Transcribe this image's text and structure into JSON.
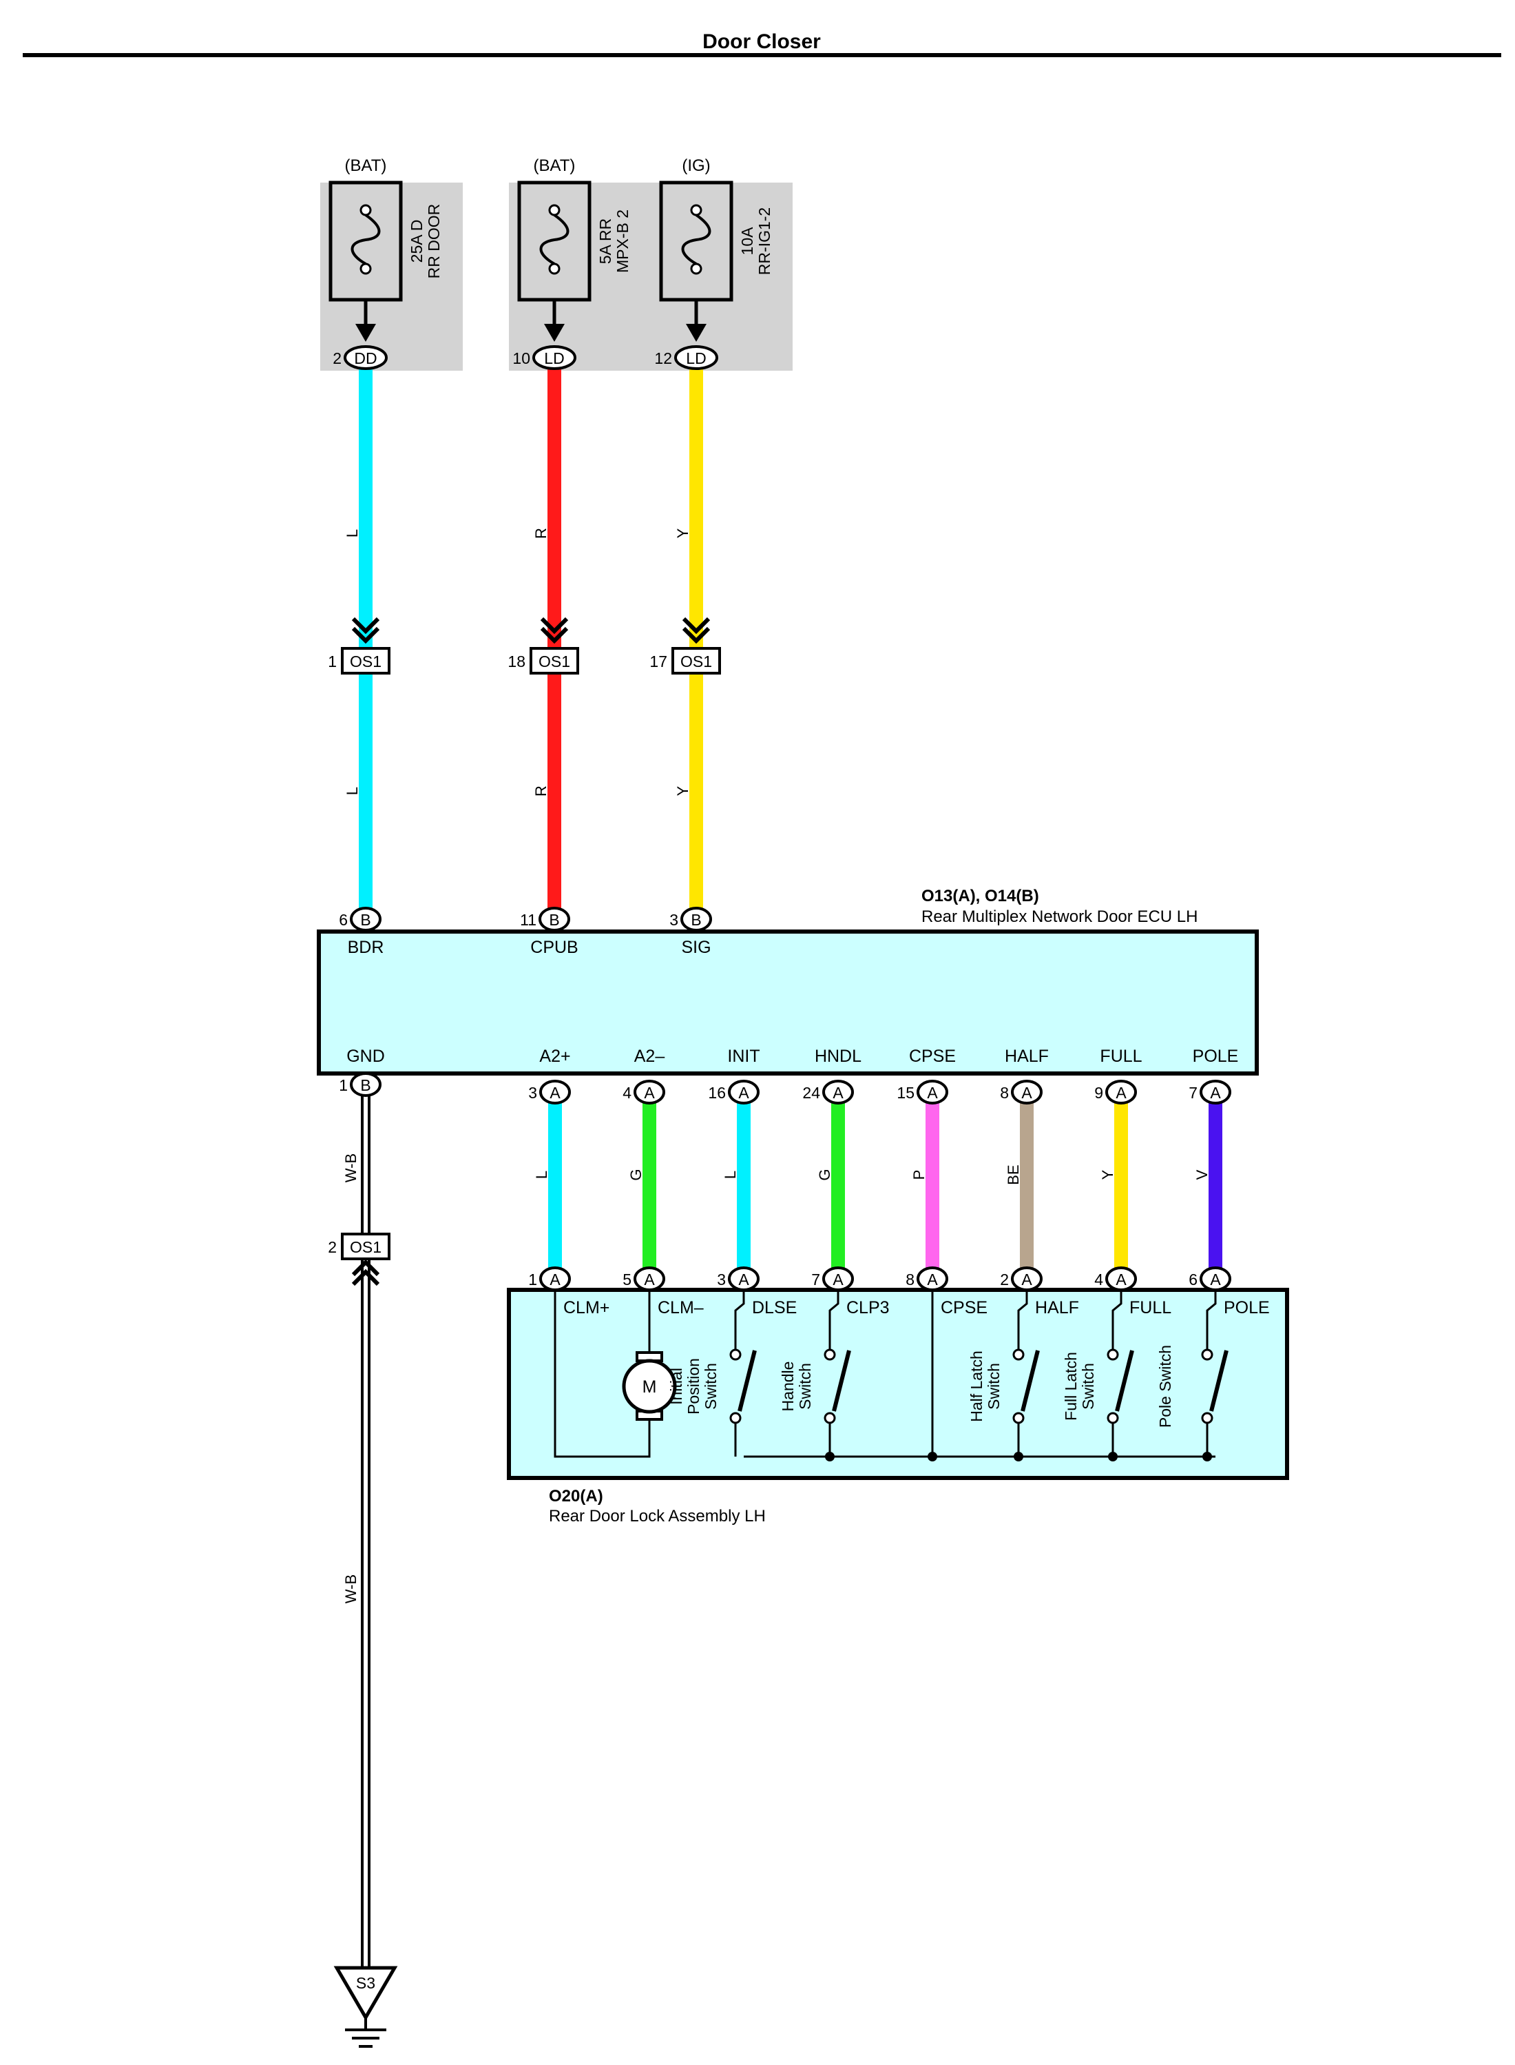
{
  "title": "Door Closer",
  "colors": {
    "L": "#00f0ff",
    "R": "#ff1a1a",
    "Y": "#ffe600",
    "G": "#22ee22",
    "P": "#ff66ee",
    "BE": "#b8a58e",
    "V": "#4a12f0",
    "WB": "#000000",
    "ecu_fill": "#ccffff",
    "fuse_fill": "#d3d3d3"
  },
  "fuses": [
    {
      "source": "(BAT)",
      "line1": "25A D",
      "line2": "RR DOOR",
      "pin": "2",
      "connector": "DD"
    },
    {
      "source": "(BAT)",
      "line1": "5A RR",
      "line2": "MPX-B 2",
      "pin": "10",
      "connector": "LD"
    },
    {
      "source": "(IG)",
      "line1": "10A",
      "line2": "RR-IG1-2",
      "pin": "12",
      "connector": "LD"
    }
  ],
  "upper_wires": [
    {
      "color_code": "L",
      "junction_pin": "1",
      "junction": "OS1",
      "ecu_pin": "6",
      "ecu_conn": "B",
      "ecu_label": "BDR"
    },
    {
      "color_code": "R",
      "junction_pin": "18",
      "junction": "OS1",
      "ecu_pin": "11",
      "ecu_conn": "B",
      "ecu_label": "CPUB"
    },
    {
      "color_code": "Y",
      "junction_pin": "17",
      "junction": "OS1",
      "ecu_pin": "3",
      "ecu_conn": "B",
      "ecu_label": "SIG"
    }
  ],
  "ecu": {
    "code": "O13(A), O14(B)",
    "name": "Rear Multiplex Network Door ECU LH",
    "gnd_label": "GND",
    "gnd_pin": "1",
    "gnd_conn": "B"
  },
  "lower_wires": [
    {
      "ecu_label": "A2+",
      "ecu_pin": "3",
      "color_code": "L",
      "lock_pin": "1",
      "lock_label": "CLM+"
    },
    {
      "ecu_label": "A2–",
      "ecu_pin": "4",
      "color_code": "G",
      "lock_pin": "5",
      "lock_label": "CLM–"
    },
    {
      "ecu_label": "INIT",
      "ecu_pin": "16",
      "color_code": "L",
      "lock_pin": "3",
      "lock_label": "DLSE"
    },
    {
      "ecu_label": "HNDL",
      "ecu_pin": "24",
      "color_code": "G",
      "lock_pin": "7",
      "lock_label": "CLP3"
    },
    {
      "ecu_label": "CPSE",
      "ecu_pin": "15",
      "color_code": "P",
      "lock_pin": "8",
      "lock_label": "CPSE"
    },
    {
      "ecu_label": "HALF",
      "ecu_pin": "8",
      "color_code": "BE",
      "lock_pin": "2",
      "lock_label": "HALF"
    },
    {
      "ecu_label": "FULL",
      "ecu_pin": "9",
      "color_code": "Y",
      "lock_pin": "4",
      "lock_label": "FULL"
    },
    {
      "ecu_label": "POLE",
      "ecu_pin": "7",
      "color_code": "V",
      "lock_pin": "6",
      "lock_label": "POLE"
    }
  ],
  "lower_conn": "A",
  "ground_wire": {
    "color_code": "W-B",
    "junction_pin": "2",
    "junction": "OS1",
    "ground_point": "S3"
  },
  "lock": {
    "code": "O20(A)",
    "name": "Rear Door Lock Assembly LH",
    "motor": "M",
    "switches": [
      {
        "line1": "Initial",
        "line2": "Position",
        "line3": "Switch"
      },
      {
        "line1": "Handle",
        "line2": "Switch"
      },
      {
        "line1": "Half Latch",
        "line2": "Switch"
      },
      {
        "line1": "Full Latch",
        "line2": "Switch"
      },
      {
        "line1": "Pole Switch"
      }
    ]
  }
}
